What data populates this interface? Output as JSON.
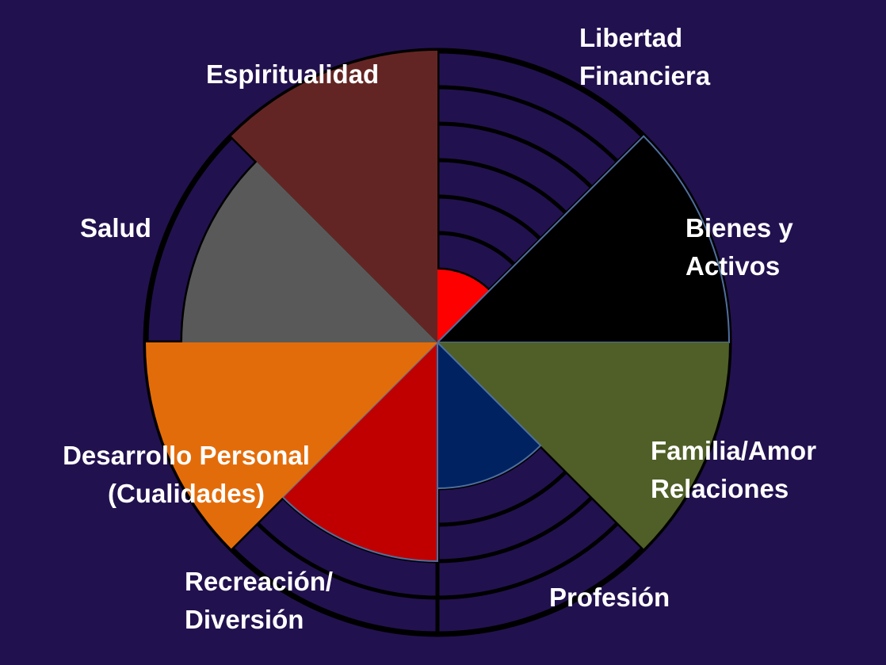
{
  "colors": {
    "background": "#22114f",
    "ring_line": "#000000",
    "label_text": "#ffffff"
  },
  "wheel": {
    "ring_count": 8,
    "max_level": 8
  },
  "sectors": [
    {
      "id": "libertad-financiera",
      "lines": [
        "Libertad",
        "Financiera"
      ],
      "color": "#ff0000",
      "level": 2,
      "stroke": "none"
    },
    {
      "id": "bienes-activos",
      "lines": [
        "Bienes y",
        "Activos"
      ],
      "color": "#000000",
      "level": 8,
      "stroke": "#4f6f9f"
    },
    {
      "id": "familia-amor",
      "lines": [
        "Familia/Amor",
        "Relaciones"
      ],
      "color": "#4f5f27",
      "level": 8,
      "stroke": "none"
    },
    {
      "id": "profesion",
      "lines": [
        "Profesión"
      ],
      "color": "#002260",
      "level": 4,
      "stroke": "#4f6f9f"
    },
    {
      "id": "recreacion-diversion",
      "lines": [
        "Recreación/",
        "Diversión"
      ],
      "color": "#c00000",
      "level": 6,
      "stroke": "#4f6f9f"
    },
    {
      "id": "desarrollo-personal",
      "lines": [
        "Desarrollo Personal",
        "(Cualidades)"
      ],
      "color": "#e36c0a",
      "level": 8,
      "stroke": "none"
    },
    {
      "id": "salud",
      "lines": [
        "Salud"
      ],
      "color": "#595959",
      "level": 7,
      "stroke": "none"
    },
    {
      "id": "espiritualidad",
      "lines": [
        "Espiritualidad"
      ],
      "color": "#632523",
      "level": 8,
      "stroke": "none"
    }
  ]
}
